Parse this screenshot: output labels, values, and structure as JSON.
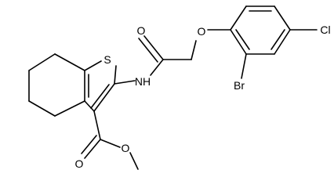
{
  "atoms": {
    "sulfur": "S",
    "amide_nitrogen": "NH",
    "amide_oxygen": "O",
    "ether_oxygen": "O",
    "bromine": "Br",
    "chlorine": "Cl",
    "ester_carbonyl_oxygen": "O",
    "ester_oxygen": "O"
  },
  "colors": {
    "bond": "#000000",
    "label": "#000000",
    "background": "#ffffff"
  }
}
